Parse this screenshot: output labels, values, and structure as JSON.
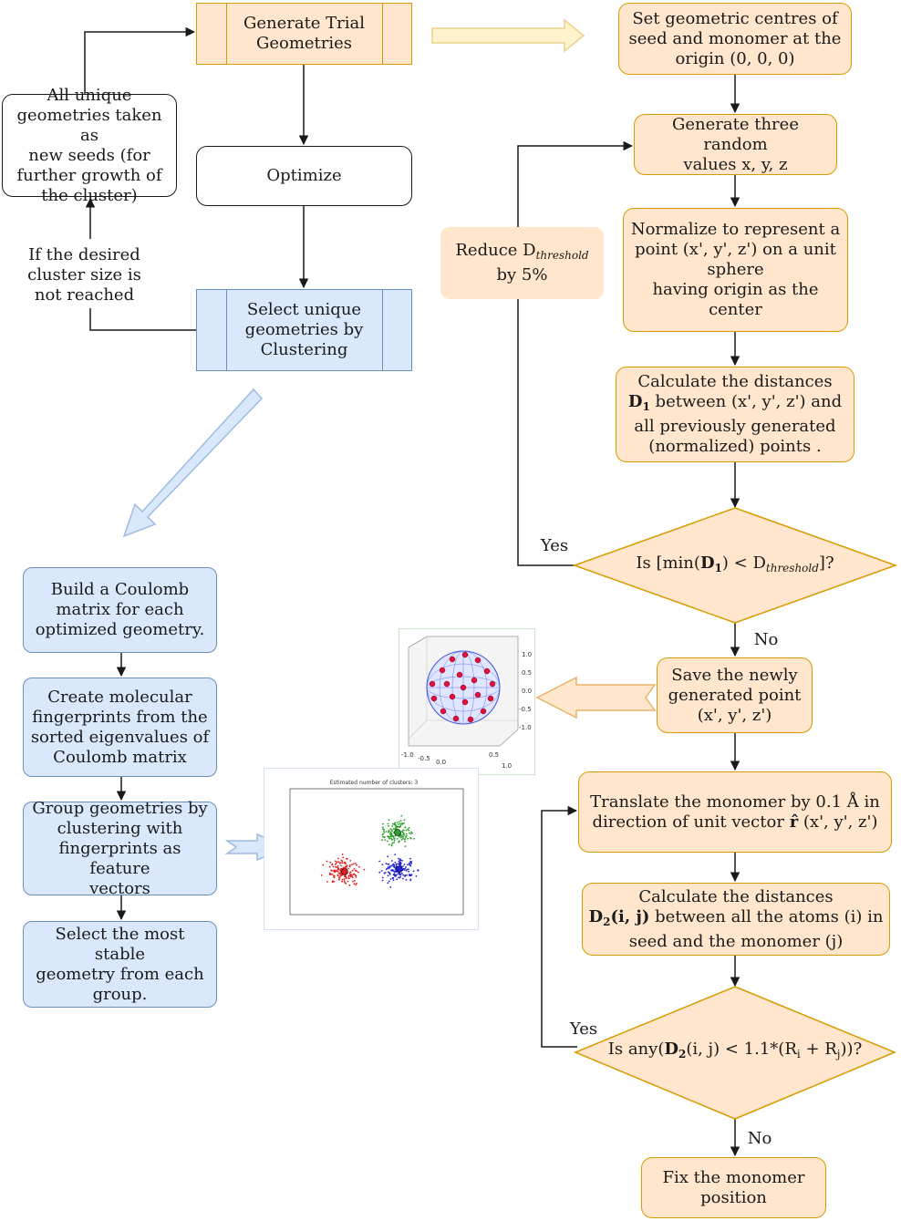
{
  "flowchart_left": {
    "generate_trial": [
      "Generate Trial",
      "Geometries"
    ],
    "optimize": "Optimize",
    "select_unique": [
      "Select unique",
      "geometries by",
      "Clustering"
    ],
    "all_unique": [
      "All unique",
      "geometries taken as",
      "new seeds (for",
      "further growth of",
      "the cluster)"
    ],
    "if_desired": [
      "If the desired",
      "cluster size is",
      "not reached"
    ]
  },
  "flowchart_right": {
    "set_centres": [
      "Set geometric centres of",
      "seed and monomer at the",
      "origin (0, 0, 0)"
    ],
    "generate_random": [
      "Generate three random",
      "values x, y, z"
    ],
    "normalize": [
      "Normalize to represent a",
      "point (x', y', z') on a unit",
      "sphere",
      "having origin as the",
      "center"
    ],
    "calc_d1": {
      "line1": "Calculate the distances",
      "d1": "D",
      "d1_sub": "1",
      "line2_rest": "between (x', y', z') and",
      "line3": "all previously generated",
      "line4": "(normalized) points ."
    },
    "reduce": {
      "prefix": "Reduce D",
      "sub": "threshold",
      "line2": "by 5%"
    },
    "decision1": {
      "pre": "Is [min(",
      "d": "D",
      "d_sub": "1",
      "mid": ") < D",
      "sub": "threshold",
      "post": "]?"
    },
    "yes1": "Yes",
    "no1": "No",
    "save_point": [
      "Save the newly",
      "generated point",
      "(x', y', z')"
    ],
    "translate": {
      "line1": "Translate the monomer by 0.1 Å in",
      "line2_pre": "direction of unit vector",
      "vec": "r̂",
      "line2_post": "(x', y', z')"
    },
    "calc_d2": {
      "line1": "Calculate the distances",
      "d2": "D",
      "d2_sub": "2",
      "d2_args": "(i, j)",
      "line2_rest": "between all the atoms (i) in",
      "line3": "seed  and the monomer (j)"
    },
    "decision2": {
      "pre": "Is any(",
      "d": "D",
      "d_sub": "2",
      "mid": "(i, j) < 1.1*(R",
      "ri": "i",
      "plus": " + R",
      "rj": "j",
      "post": "))?"
    },
    "yes2": "Yes",
    "no2": "No",
    "fix_monomer": [
      "Fix the monomer",
      "position"
    ]
  },
  "flowchart_bottom_left": {
    "build_coulomb": [
      "Build a Coulomb",
      "matrix for each",
      "optimized geometry."
    ],
    "create_fingerprints": [
      "Create molecular",
      "fingerprints from the",
      "sorted eigenvalues of",
      "Coulomb matrix"
    ],
    "group_geometries": [
      "Group geometries by",
      "clustering with",
      "fingerprints as feature",
      "vectors"
    ],
    "select_stable": [
      "Select the most stable",
      "geometry from each",
      "group."
    ]
  },
  "sphere_plot": {
    "tick_labels_right": [
      "1.0",
      "0.5",
      "0.0",
      "-0.5",
      "-1.0"
    ],
    "tick_labels_bottom": [
      "-1.0",
      "-0.5",
      "0.0",
      "0.5",
      "1.0"
    ]
  },
  "scatter_plot": {
    "title": "Estimated number of clusters: 3"
  },
  "colors": {
    "orange_fill": "#ffe6cc",
    "orange_border": "#d79b00",
    "blue_fill": "#dae8fc",
    "blue_border": "#6c8ebf",
    "yellow_arrow": "#fff2cc",
    "cluster_red": "#e41a1c",
    "cluster_green": "#2ca02c",
    "cluster_blue": "#1f1fd6"
  }
}
